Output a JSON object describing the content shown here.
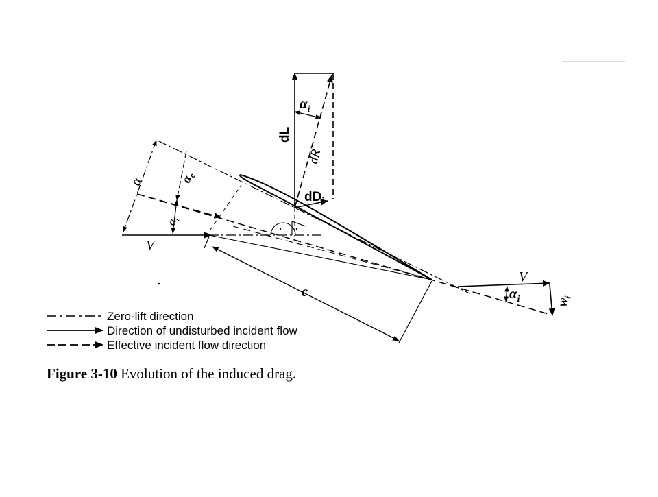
{
  "figure": {
    "labels": {
      "alpha": "α",
      "alpha_e": "α",
      "alpha_e_sub": "e",
      "alpha_i": "α",
      "alpha_i_sub": "i",
      "V": "V",
      "c": "c",
      "dL": "dL",
      "dR": "dR",
      "dDi": "dD",
      "dDi_sub": "i",
      "wi": "w",
      "wi_sub": "i"
    },
    "legend": [
      {
        "text": "Zero-lift direction"
      },
      {
        "text": "Direction of undisturbed incident flow"
      },
      {
        "text": "Effective incident flow direction"
      }
    ],
    "caption": {
      "number": "Figure 3-10",
      "text": "Evolution of the induced drag."
    }
  }
}
